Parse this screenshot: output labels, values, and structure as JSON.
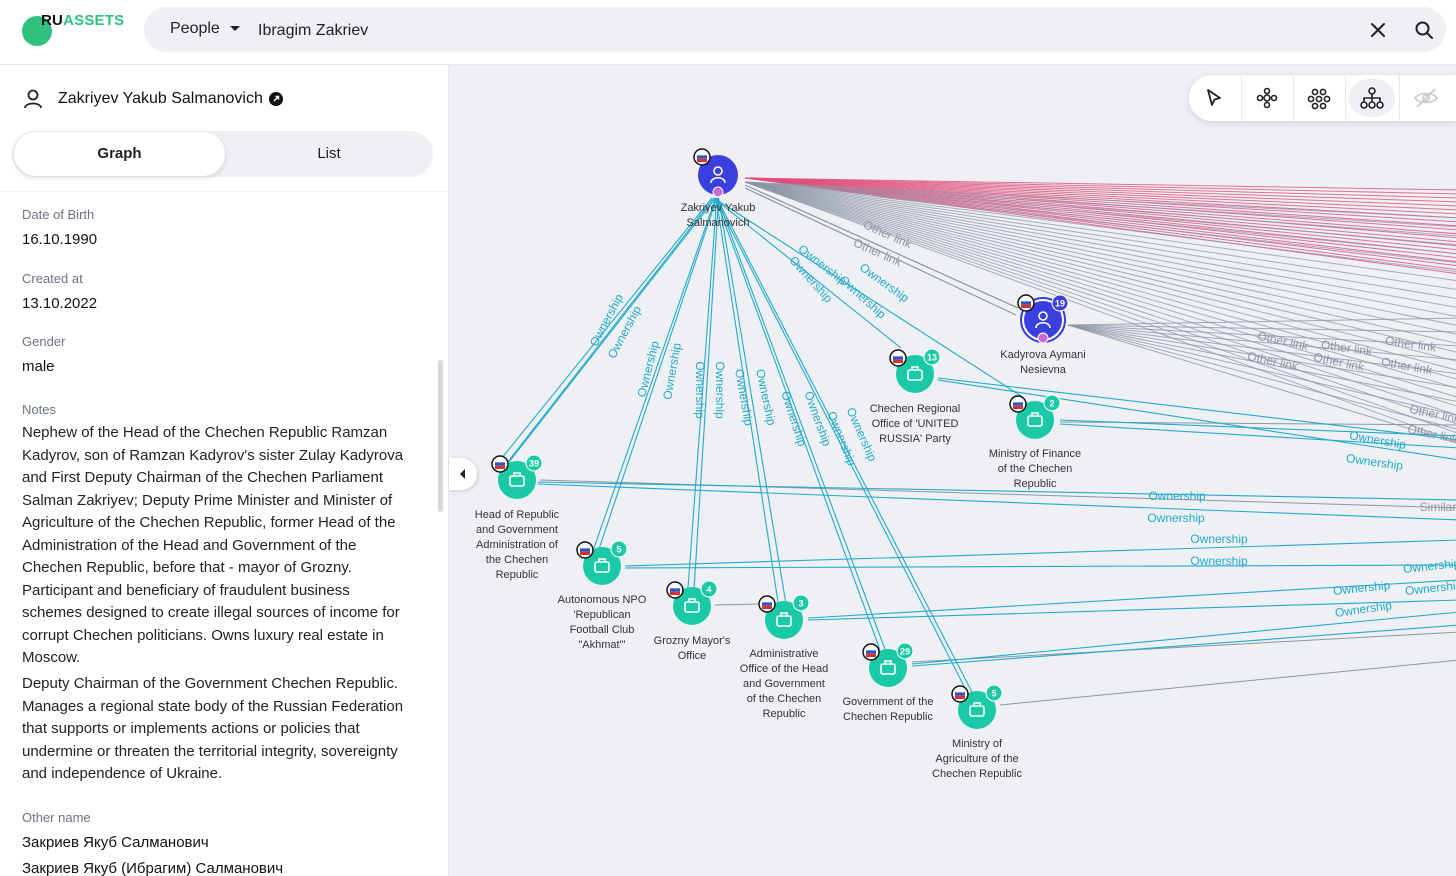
{
  "app": {
    "logo_ru": "RU",
    "logo_assets": "ASSETS"
  },
  "search": {
    "type": "People",
    "query": "Ibragim Zakriev"
  },
  "profile": {
    "name": "Zakriyev Yakub Salmanovich",
    "tabs": [
      "Graph",
      "List"
    ],
    "fields": [
      {
        "label": "Date of Birth",
        "value": "16.10.1990"
      },
      {
        "label": "Created at",
        "value": "13.10.2022"
      },
      {
        "label": "Gender",
        "value": "male"
      }
    ],
    "notes_label": "Notes",
    "notes": [
      "Nephew of the Head of the Chechen Republic Ramzan Kadyrov, son of Ramzan Kadyrov's sister Zulay Kadyrova and First Deputy Chairman of the Chechen Parliament Salman Zakriyev; Deputy Prime Minister and Minister of Agriculture of the Chechen Republic, former Head of the Administration of the Head and Government of the Chechen Republic, before that - mayor of Grozny. Participant and beneficiary of fraudulent business schemes designed to create illegal sources of income for corrupt Chechen politicians. Owns luxury real estate in Moscow.",
      "Deputy Chairman of the Government Chechen Republic. Manages a regional state body of the Russian Federation that supports or implements actions or policies that undermine or threaten the territorial integrity, sovereignty and independence of Ukraine."
    ],
    "other_name_label": "Other name",
    "other_names": [
      "Закриев Якуб Салманович",
      "Закриев Якуб (Ибрагим) Салманович"
    ]
  },
  "graph": {
    "colors": {
      "person": "#3b3fe0",
      "org": "#1cc9a6",
      "ownership": "#22aacc",
      "other": "#8d95a6",
      "similar": "#e0507a"
    },
    "center": {
      "name": [
        "Zakriyev Yakub",
        "Salmanovich"
      ],
      "icon": "person-icon"
    },
    "kadyrova": {
      "name": [
        "Kadyrova Aymani",
        "Nesievna"
      ],
      "count": "19",
      "icon": "person-icon"
    },
    "orgs": [
      {
        "id": "head-admin",
        "name": [
          "Head of Republic",
          "and Government",
          "Administration of",
          "the Chechen",
          "Republic"
        ],
        "count": "39"
      },
      {
        "id": "npo",
        "name": [
          "Autonomous NPO",
          "'Republican",
          "Football Club",
          "\"Akhmat\"'"
        ],
        "count": "5"
      },
      {
        "id": "grozny",
        "name": [
          "Grozny Mayor's",
          "Office"
        ],
        "count": "4"
      },
      {
        "id": "admin-office",
        "name": [
          "Administrative",
          "Office of the Head",
          "and Government",
          "of the Chechen",
          "Republic"
        ],
        "count": "3"
      },
      {
        "id": "government",
        "name": [
          "Government of the",
          "Chechen Republic"
        ],
        "count": "29"
      },
      {
        "id": "agriculture",
        "name": [
          "Ministry of",
          "Agriculture of the",
          "Chechen Republic"
        ],
        "count": "5"
      },
      {
        "id": "united-russia",
        "name": [
          "Chechen Regional",
          "Office of 'UNITED",
          "RUSSIA' Party"
        ],
        "count": "13"
      },
      {
        "id": "finance",
        "name": [
          "Ministry of Finance",
          "of the Chechen",
          "Republic"
        ],
        "count": "2"
      }
    ],
    "edge_labels": {
      "ownership": "Ownership",
      "other": "Other link",
      "similar": "Similar"
    }
  },
  "toolbar": {
    "tools": [
      "cursor-icon",
      "cluster-graph-icon",
      "circle-layout-icon",
      "hierarchy-layout-icon",
      "hide-icon"
    ],
    "active": "hierarchy-layout-icon"
  }
}
